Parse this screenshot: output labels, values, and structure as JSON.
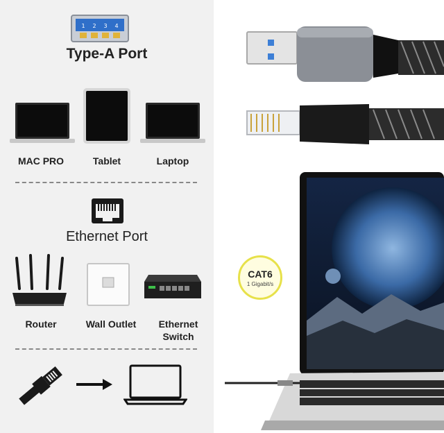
{
  "usb_section": {
    "title": "Type-A Port",
    "pin_numbers": [
      "1",
      "2",
      "3",
      "4"
    ],
    "devices": [
      {
        "label": "MAC PRO"
      },
      {
        "label": "Tablet"
      },
      {
        "label": "Laptop"
      }
    ]
  },
  "ethernet_section": {
    "title": "Ethernet Port",
    "devices": [
      {
        "label": "Router"
      },
      {
        "label": "Wall Outlet"
      },
      {
        "label": "Ethernet Switch"
      }
    ]
  },
  "badge": {
    "main": "CAT6",
    "sub": "1 Gigabit/s"
  },
  "colors": {
    "panel": "#f1f1f1",
    "dark": "#1a1a1a",
    "usb_blue": "#3d7fd6",
    "badge_yellow": "#e7e14a"
  }
}
